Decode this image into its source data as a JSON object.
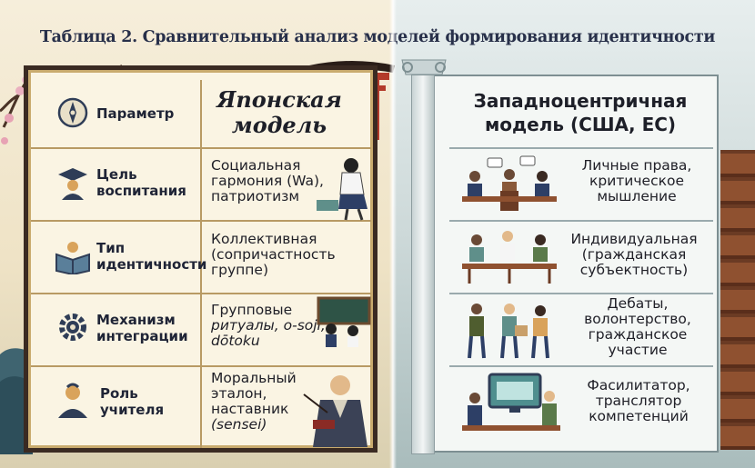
{
  "title": "Таблица 2. Сравнительный анализ моделей формирования идентичности",
  "japanese": {
    "header": [
      "Японская",
      "модель"
    ]
  },
  "western": {
    "header": [
      "Западноцентричная",
      "модель (США, ЕС)"
    ]
  },
  "parameter_header": "Параметр",
  "rows": [
    {
      "param": [
        "Цель",
        "воспитания"
      ],
      "param_icon": "graduation-cap-icon",
      "japan": [
        "Социальная",
        "гармония (Wa),",
        "патриотизм"
      ],
      "west": [
        "Личные права,",
        "критическое",
        "мышление"
      ]
    },
    {
      "param": [
        "Тип",
        "идентичности"
      ],
      "param_icon": "open-book-icon",
      "japan": [
        "Коллективная",
        "(сопричастность",
        "группе)"
      ],
      "west": [
        "Индивидуальная",
        "(гражданская",
        "субъектность)"
      ]
    },
    {
      "param": [
        "Механизм",
        "интеграции"
      ],
      "param_icon": "gears-icon",
      "japan": [
        "Групповые",
        "ритуалы, o-soji,",
        "dōtoku"
      ],
      "west": [
        "Дебаты,",
        "волонтерство,",
        "гражданское",
        "участие"
      ]
    },
    {
      "param": [
        "Роль",
        "учителя"
      ],
      "param_icon": "teacher-icon",
      "japan": [
        "Моральный",
        "эталон,",
        "наставник",
        "(sensei)"
      ],
      "west": [
        "Фасилитатор,",
        "транслятор",
        "компетенций"
      ]
    }
  ],
  "colors": {
    "frame_dark": "#3a2a22",
    "frame_gold": "#c9ab6e",
    "title": "#28304a",
    "torii_red": "#b33a2a",
    "icon_blue": "#2f3d57"
  }
}
